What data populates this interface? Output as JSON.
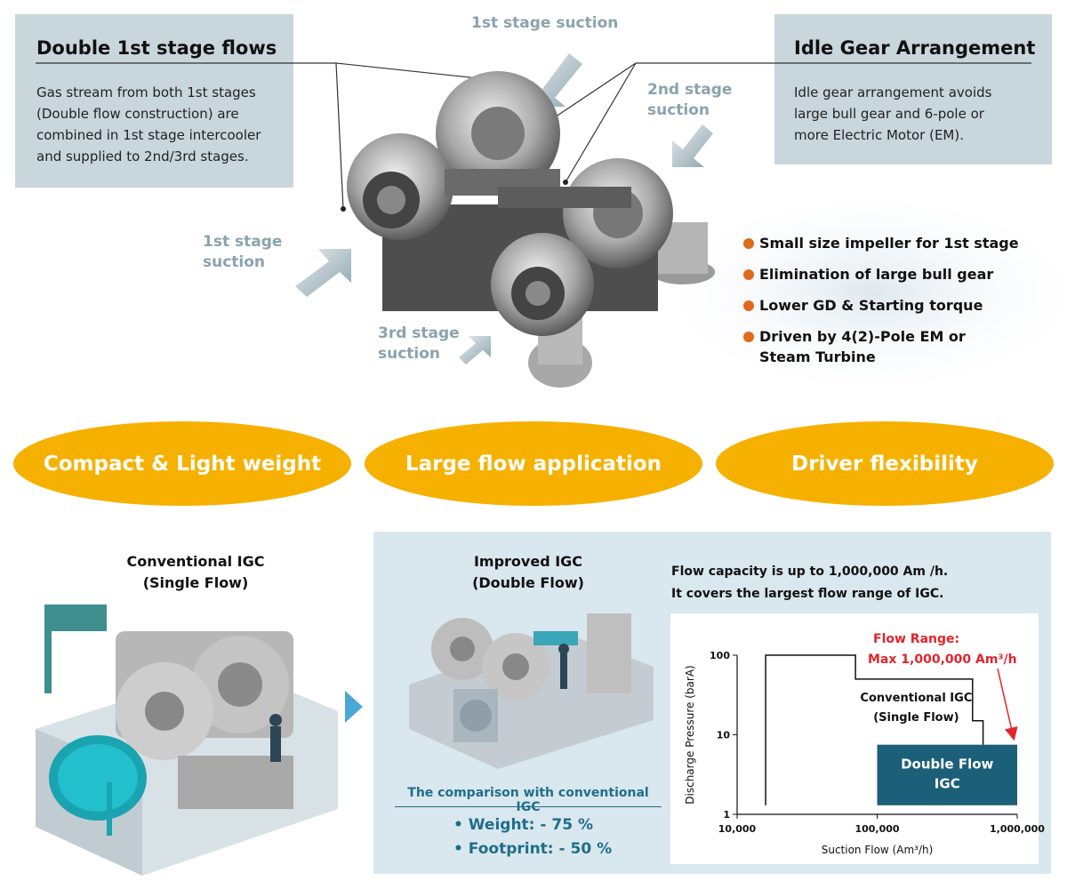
{
  "callout_left": {
    "title": "Double 1st stage flows",
    "lines": [
      "Gas stream from both 1st stages",
      "(Double flow construction) are",
      "combined in 1st stage intercooler",
      "and supplied to 2nd/3rd stages."
    ]
  },
  "callout_right": {
    "title": "Idle Gear Arrangement",
    "lines": [
      "Idle gear arrangement avoids",
      "large bull gear and 6-pole or",
      "more Electric Motor (EM)."
    ]
  },
  "suction_labels": {
    "first_top": "1st stage suction",
    "second": [
      "2nd stage",
      "suction"
    ],
    "first_left": [
      "1st stage",
      "suction"
    ],
    "third": [
      "3rd stage",
      "suction"
    ]
  },
  "features": [
    "Small size impeller for 1st stage",
    "Elimination of large bull gear",
    "Lower GD & Starting torque",
    "Driven by 4(2)-Pole EM or",
    "Steam Turbine"
  ],
  "pills": [
    "Compact & Light weight",
    "Large flow application",
    "Driver flexibility"
  ],
  "conventional": {
    "line1": "Conventional IGC",
    "line2": "(Single Flow)"
  },
  "improved": {
    "line1": "Improved IGC",
    "line2": "(Double Flow)"
  },
  "comparison": {
    "title": "The comparison with conventional IGC",
    "items": [
      "• Weight: - 75 %",
      "• Footprint: - 50 %"
    ]
  },
  "flow_capacity": [
    "Flow capacity is up to 1,000,000 Am /h.",
    "It covers the largest flow range of IGC."
  ],
  "colors": {
    "accent_orange": "#f6b100",
    "dark_teal": "#1b5f78",
    "arrow_grey": "#8aa3ad",
    "flow_red": "#e0252b"
  },
  "chart_data": {
    "type": "area",
    "xlabel": "Suction Flow (Am³/h)",
    "ylabel": "Discharge Pressure (barA)",
    "xscale": "log",
    "yscale": "log",
    "xlim": [
      10000,
      1000000
    ],
    "ylim": [
      1,
      100
    ],
    "x_ticks": [
      "10,000",
      "100,000",
      "1,000,000"
    ],
    "y_ticks": [
      "1",
      "10",
      "100"
    ],
    "annotation": [
      "Flow Range:",
      "Max 1,000,000 Am³/h"
    ],
    "series": [
      {
        "name": "Conventional IGC (Single Flow)",
        "label": [
          "Conventional IGC",
          "(Single Flow)"
        ],
        "envelope": [
          [
            16000,
            1.3
          ],
          [
            16000,
            100
          ],
          [
            70000,
            100
          ],
          [
            70000,
            50
          ],
          [
            480000,
            50
          ],
          [
            480000,
            15
          ],
          [
            570000,
            15
          ],
          [
            570000,
            7.5
          ]
        ]
      },
      {
        "name": "Double Flow IGC",
        "label": [
          "Double Flow",
          "IGC"
        ],
        "region": {
          "x": [
            100000,
            1000000
          ],
          "y": [
            1.3,
            7.5
          ]
        }
      }
    ]
  }
}
